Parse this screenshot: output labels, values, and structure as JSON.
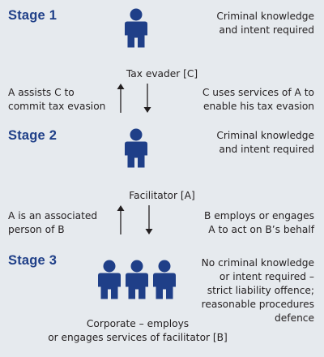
{
  "colors": {
    "background": "#e6eaee",
    "stage_heading": "#1f3f88",
    "person_icon": "#1f3f88",
    "text": "#231f20"
  },
  "stage1": {
    "title": "Stage 1",
    "requirement_line1": "Criminal knowledge",
    "requirement_line2": "and intent required",
    "actor_label": "Tax evader [C]"
  },
  "link1": {
    "left_line1": "A assists C to",
    "left_line2": "commit tax evasion",
    "right_line1": "C uses services of A to",
    "right_line2": "enable his tax evasion"
  },
  "stage2": {
    "title": "Stage 2",
    "requirement_line1": "Criminal knowledge",
    "requirement_line2": "and intent required",
    "actor_label": "Facilitator [A]"
  },
  "link2": {
    "left_line1": "A is an associated",
    "left_line2": "person of B",
    "right_line1": "B employs or engages",
    "right_line2": "A to act on B’s behalf"
  },
  "stage3": {
    "title": "Stage 3",
    "requirement_line1": "No criminal knowledge",
    "requirement_line2": "or intent required –",
    "requirement_line3": "strict liability offence;",
    "requirement_line4": "reasonable procedures",
    "requirement_line5": "defence",
    "actor_line1": "Corporate – employs",
    "actor_line2": "or engages services of facilitator [B]"
  },
  "icons": {
    "person": "person-icon",
    "arrow_up": "arrow-up-icon",
    "arrow_down": "arrow-down-icon"
  }
}
